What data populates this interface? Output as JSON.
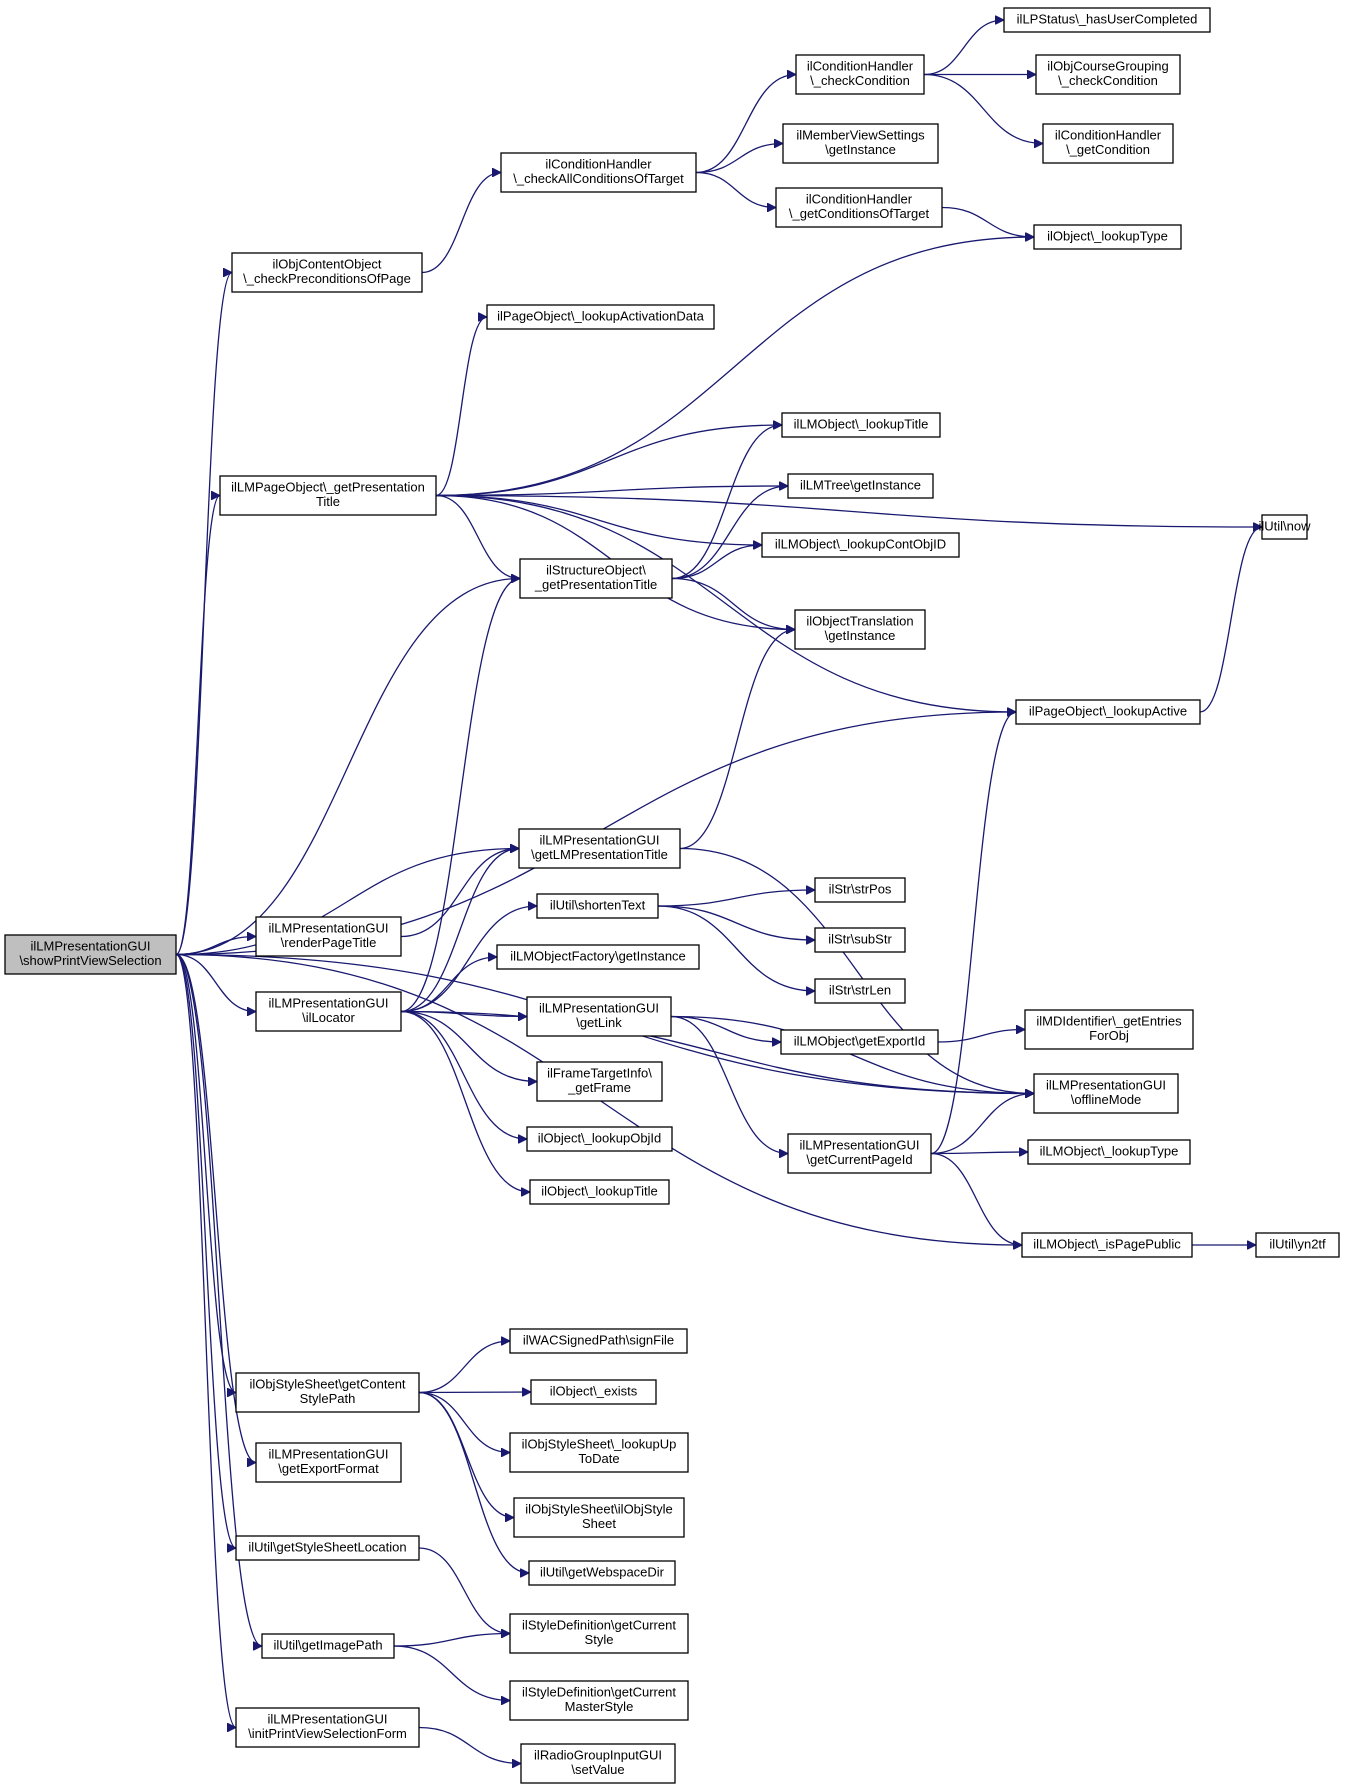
{
  "graph": {
    "nodes": [
      {
        "id": "root",
        "lines": [
          "ilLMPresentationGUI",
          "\\showPrintViewSelection"
        ]
      },
      {
        "id": "checkPrecond",
        "lines": [
          "ilObjContentObject",
          "\\_checkPreconditionsOfPage"
        ]
      },
      {
        "id": "checkAllCond",
        "lines": [
          "ilConditionHandler",
          "\\_checkAllConditionsOfTarget"
        ]
      },
      {
        "id": "checkCondition",
        "lines": [
          "ilConditionHandler",
          "\\_checkCondition"
        ]
      },
      {
        "id": "hasUserCompleted",
        "lines": [
          "ilLPStatus\\_hasUserCompleted"
        ]
      },
      {
        "id": "courseGrouping",
        "lines": [
          "ilObjCourseGrouping",
          "\\_checkCondition"
        ]
      },
      {
        "id": "getCondition",
        "lines": [
          "ilConditionHandler",
          "\\_getCondition"
        ]
      },
      {
        "id": "memberView",
        "lines": [
          "ilMemberViewSettings",
          "\\getInstance"
        ]
      },
      {
        "id": "getCondOfTarget",
        "lines": [
          "ilConditionHandler",
          "\\_getConditionsOfTarget"
        ]
      },
      {
        "id": "objLookupType",
        "lines": [
          "ilObject\\_lookupType"
        ]
      },
      {
        "id": "lookupActivation",
        "lines": [
          "ilPageObject\\_lookupActivationData"
        ]
      },
      {
        "id": "pageGetPresTitle",
        "lines": [
          "ilLMPageObject\\_getPresentation",
          "Title"
        ]
      },
      {
        "id": "lmLookupTitle",
        "lines": [
          "ilLMObject\\_lookupTitle"
        ]
      },
      {
        "id": "lmTreeInstance",
        "lines": [
          "ilLMTree\\getInstance"
        ]
      },
      {
        "id": "lookupContObjID",
        "lines": [
          "ilLMObject\\_lookupContObjID"
        ]
      },
      {
        "id": "structGetPresTitle",
        "lines": [
          "ilStructureObject\\",
          "_getPresentationTitle"
        ]
      },
      {
        "id": "objTranslation",
        "lines": [
          "ilObjectTranslation",
          "\\getInstance"
        ]
      },
      {
        "id": "utilNow",
        "lines": [
          "ilUtil\\now"
        ]
      },
      {
        "id": "lookupActive",
        "lines": [
          "ilPageObject\\_lookupActive"
        ]
      },
      {
        "id": "getLMPresTitle",
        "lines": [
          "ilLMPresentationGUI",
          "\\getLMPresentationTitle"
        ]
      },
      {
        "id": "renderPageTitle",
        "lines": [
          "ilLMPresentationGUI",
          "\\renderPageTitle"
        ]
      },
      {
        "id": "shortenText",
        "lines": [
          "ilUtil\\shortenText"
        ]
      },
      {
        "id": "strPos",
        "lines": [
          "ilStr\\strPos"
        ]
      },
      {
        "id": "subStr",
        "lines": [
          "ilStr\\subStr"
        ]
      },
      {
        "id": "strLen",
        "lines": [
          "ilStr\\strLen"
        ]
      },
      {
        "id": "objFactory",
        "lines": [
          "ilLMObjectFactory\\getInstance"
        ]
      },
      {
        "id": "ilLocator",
        "lines": [
          "ilLMPresentationGUI",
          "\\ilLocator"
        ]
      },
      {
        "id": "getLink",
        "lines": [
          "ilLMPresentationGUI",
          "\\getLink"
        ]
      },
      {
        "id": "getExportId",
        "lines": [
          "ilLMObject\\getExportId"
        ]
      },
      {
        "id": "mdEntries",
        "lines": [
          "ilMDIdentifier\\_getEntries",
          "ForObj"
        ]
      },
      {
        "id": "offlineMode",
        "lines": [
          "ilLMPresentationGUI",
          "\\offlineMode"
        ]
      },
      {
        "id": "frameTarget",
        "lines": [
          "ilFrameTargetInfo\\",
          "_getFrame"
        ]
      },
      {
        "id": "lookupObjId",
        "lines": [
          "ilObject\\_lookupObjId"
        ]
      },
      {
        "id": "objLookupTitle",
        "lines": [
          "ilObject\\_lookupTitle"
        ]
      },
      {
        "id": "getCurrentPageId",
        "lines": [
          "ilLMPresentationGUI",
          "\\getCurrentPageId"
        ]
      },
      {
        "id": "lmLookupType",
        "lines": [
          "ilLMObject\\_lookupType"
        ]
      },
      {
        "id": "isPagePublic",
        "lines": [
          "ilLMObject\\_isPagePublic"
        ]
      },
      {
        "id": "yn2tf",
        "lines": [
          "ilUtil\\yn2tf"
        ]
      },
      {
        "id": "getContentStylePath",
        "lines": [
          "ilObjStyleSheet\\getContent",
          "StylePath"
        ]
      },
      {
        "id": "signFile",
        "lines": [
          "ilWACSignedPath\\signFile"
        ]
      },
      {
        "id": "objExists",
        "lines": [
          "ilObject\\_exists"
        ]
      },
      {
        "id": "lookupUpToDate",
        "lines": [
          "ilObjStyleSheet\\_lookupUp",
          "ToDate"
        ]
      },
      {
        "id": "ilObjStyleSheet",
        "lines": [
          "ilObjStyleSheet\\ilObjStyle",
          "Sheet"
        ]
      },
      {
        "id": "getExportFormat",
        "lines": [
          "ilLMPresentationGUI",
          "\\getExportFormat"
        ]
      },
      {
        "id": "getStyleSheetLoc",
        "lines": [
          "ilUtil\\getStyleSheetLocation"
        ]
      },
      {
        "id": "webspaceDir",
        "lines": [
          "ilUtil\\getWebspaceDir"
        ]
      },
      {
        "id": "currentStyle",
        "lines": [
          "ilStyleDefinition\\getCurrent",
          "Style"
        ]
      },
      {
        "id": "getImagePath",
        "lines": [
          "ilUtil\\getImagePath"
        ]
      },
      {
        "id": "currentMasterStyle",
        "lines": [
          "ilStyleDefinition\\getCurrent",
          "MasterStyle"
        ]
      },
      {
        "id": "initPrintForm",
        "lines": [
          "ilLMPresentationGUI",
          "\\initPrintViewSelectionForm"
        ]
      },
      {
        "id": "radioSetValue",
        "lines": [
          "ilRadioGroupInputGUI",
          "\\setValue"
        ]
      }
    ],
    "edges": [
      [
        "root",
        "checkPrecond"
      ],
      [
        "root",
        "pageGetPresTitle"
      ],
      [
        "root",
        "structGetPresTitle"
      ],
      [
        "root",
        "lookupActive"
      ],
      [
        "root",
        "offlineMode"
      ],
      [
        "root",
        "getLMPresTitle"
      ],
      [
        "root",
        "renderPageTitle"
      ],
      [
        "root",
        "ilLocator"
      ],
      [
        "root",
        "isPagePublic"
      ],
      [
        "root",
        "getContentStylePath"
      ],
      [
        "root",
        "getExportFormat"
      ],
      [
        "root",
        "getStyleSheetLoc"
      ],
      [
        "root",
        "getImagePath"
      ],
      [
        "root",
        "initPrintForm"
      ],
      [
        "checkPrecond",
        "checkAllCond"
      ],
      [
        "checkAllCond",
        "checkCondition"
      ],
      [
        "checkAllCond",
        "memberView"
      ],
      [
        "checkAllCond",
        "getCondOfTarget"
      ],
      [
        "checkCondition",
        "hasUserCompleted"
      ],
      [
        "checkCondition",
        "courseGrouping"
      ],
      [
        "checkCondition",
        "getCondition"
      ],
      [
        "getCondOfTarget",
        "objLookupType"
      ],
      [
        "pageGetPresTitle",
        "objLookupType"
      ],
      [
        "pageGetPresTitle",
        "lookupActivation"
      ],
      [
        "pageGetPresTitle",
        "utilNow"
      ],
      [
        "pageGetPresTitle",
        "lmLookupTitle"
      ],
      [
        "pageGetPresTitle",
        "lmTreeInstance"
      ],
      [
        "pageGetPresTitle",
        "lookupContObjID"
      ],
      [
        "pageGetPresTitle",
        "structGetPresTitle"
      ],
      [
        "pageGetPresTitle",
        "objTranslation"
      ],
      [
        "pageGetPresTitle",
        "lookupActive"
      ],
      [
        "structGetPresTitle",
        "lmLookupTitle"
      ],
      [
        "structGetPresTitle",
        "lmTreeInstance"
      ],
      [
        "structGetPresTitle",
        "lookupContObjID"
      ],
      [
        "structGetPresTitle",
        "objTranslation"
      ],
      [
        "lookupActive",
        "utilNow"
      ],
      [
        "getLMPresTitle",
        "objTranslation"
      ],
      [
        "getLMPresTitle",
        "offlineMode"
      ],
      [
        "renderPageTitle",
        "getLMPresTitle"
      ],
      [
        "ilLocator",
        "getLMPresTitle"
      ],
      [
        "ilLocator",
        "structGetPresTitle"
      ],
      [
        "ilLocator",
        "shortenText"
      ],
      [
        "ilLocator",
        "objFactory"
      ],
      [
        "ilLocator",
        "getLink"
      ],
      [
        "ilLocator",
        "frameTarget"
      ],
      [
        "ilLocator",
        "lookupObjId"
      ],
      [
        "ilLocator",
        "objLookupTitle"
      ],
      [
        "ilLocator",
        "offlineMode"
      ],
      [
        "shortenText",
        "strPos"
      ],
      [
        "shortenText",
        "subStr"
      ],
      [
        "shortenText",
        "strLen"
      ],
      [
        "getLink",
        "getExportId"
      ],
      [
        "getLink",
        "offlineMode"
      ],
      [
        "getLink",
        "getCurrentPageId"
      ],
      [
        "getExportId",
        "mdEntries"
      ],
      [
        "getCurrentPageId",
        "lookupActive"
      ],
      [
        "getCurrentPageId",
        "offlineMode"
      ],
      [
        "getCurrentPageId",
        "lmLookupType"
      ],
      [
        "getCurrentPageId",
        "isPagePublic"
      ],
      [
        "isPagePublic",
        "yn2tf"
      ],
      [
        "getContentStylePath",
        "signFile"
      ],
      [
        "getContentStylePath",
        "objExists"
      ],
      [
        "getContentStylePath",
        "lookupUpToDate"
      ],
      [
        "getContentStylePath",
        "ilObjStyleSheet"
      ],
      [
        "getContentStylePath",
        "webspaceDir"
      ],
      [
        "getStyleSheetLoc",
        "currentStyle"
      ],
      [
        "getImagePath",
        "currentStyle"
      ],
      [
        "getImagePath",
        "currentMasterStyle"
      ],
      [
        "initPrintForm",
        "radioSetValue"
      ]
    ]
  }
}
